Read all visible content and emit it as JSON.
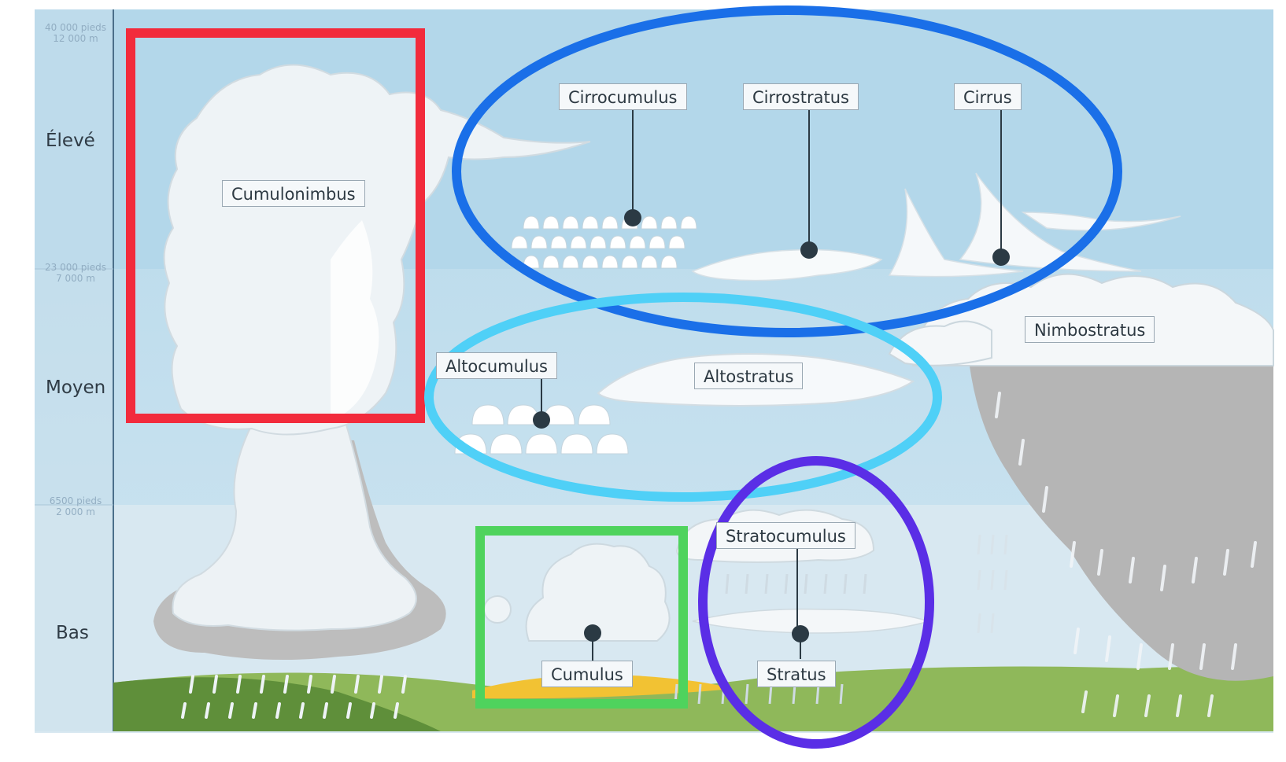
{
  "levels": {
    "high": "Élevé",
    "middle": "Moyen",
    "low": "Bas"
  },
  "altitudes": {
    "top": {
      "feet": "40 000 pieds",
      "meters": "12 000 m"
    },
    "high_mid": {
      "feet": "23 000 pieds",
      "meters": "7 000 m"
    },
    "mid_low": {
      "feet": "6500 pieds",
      "meters": "2 000 m"
    }
  },
  "clouds": {
    "cumulonimbus": "Cumulonimbus",
    "cirrocumulus": "Cirrocumulus",
    "cirrostratus": "Cirrostratus",
    "cirrus": "Cirrus",
    "nimbostratus": "Nimbostratus",
    "altocumulus": "Altocumulus",
    "altostratus": "Altostratus",
    "stratocumulus": "Stratocumulus",
    "cumulus": "Cumulus",
    "stratus": "Stratus"
  },
  "colors": {
    "sky_high": "#b7d9ea",
    "sky_low": "#d9e9f2",
    "ground": "#8fb85a",
    "rain_cloud": "#b6b6b6",
    "box_red": "#f22b3c",
    "ellipse_blue": "#1a6fe8",
    "ellipse_cyan": "#4fd0f7",
    "box_green": "#4fd35d",
    "ellipse_purple": "#5a2ee6"
  }
}
